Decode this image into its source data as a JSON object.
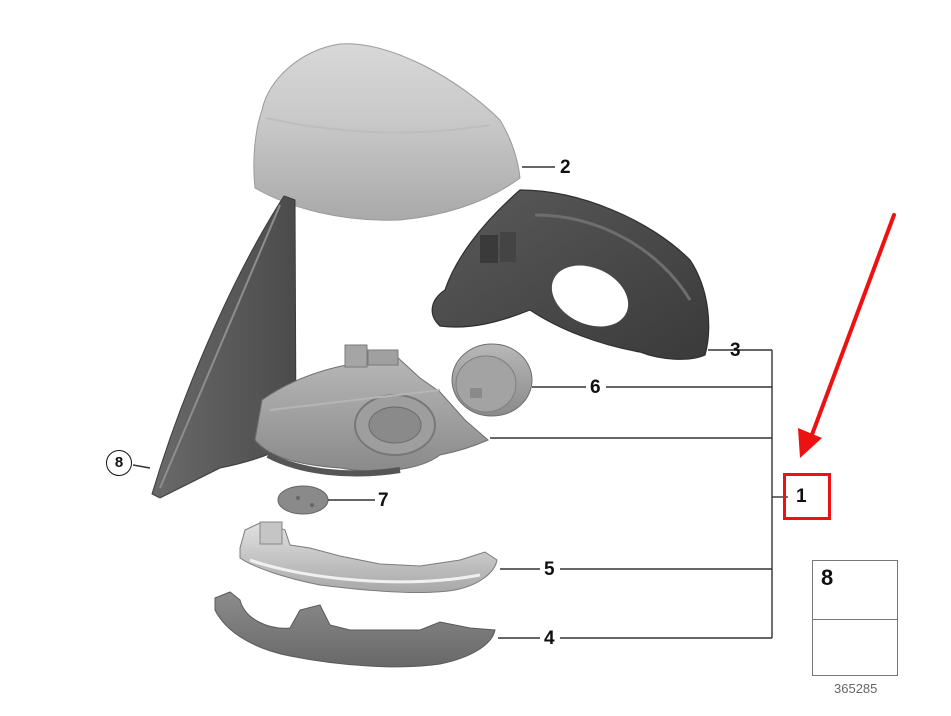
{
  "diagram": {
    "type": "exploded parts diagram",
    "subject": "exterior side mirror assembly",
    "diagram_number": "365285",
    "callouts": [
      {
        "id": "2",
        "label": "2",
        "part": "mirror cap cover"
      },
      {
        "id": "3",
        "label": "3",
        "part": "mirror housing frame"
      },
      {
        "id": "6",
        "label": "6",
        "part": "adjustment motor"
      },
      {
        "id": "1",
        "label": "1",
        "part": "complete mirror assembly (bracket)",
        "highlighted": true
      },
      {
        "id": "7",
        "label": "7",
        "part": "cover plate"
      },
      {
        "id": "5",
        "label": "5",
        "part": "turn signal indicator"
      },
      {
        "id": "4",
        "label": "4",
        "part": "lower housing trim"
      },
      {
        "id": "8",
        "label": "8",
        "part": "screw",
        "circled": true
      }
    ],
    "legend": {
      "number": "8",
      "icon_top": "screw-icon",
      "icon_bottom": "installation-arrow-icon"
    },
    "annotation": {
      "arrow_color": "#ee1111",
      "box_color": "#ee1111",
      "target": "1"
    }
  }
}
